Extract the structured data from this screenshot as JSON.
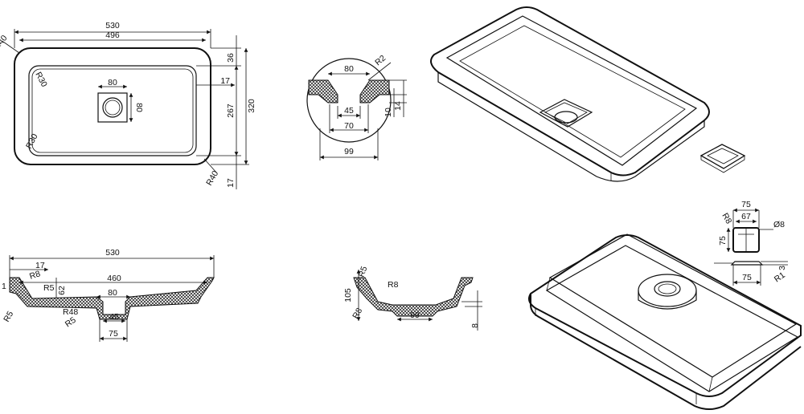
{
  "top_view": {
    "width_outer": "530",
    "width_inner": "496",
    "corner_outer_tl": "R40",
    "corner_inner_tl": "R30",
    "corner_inner_bl": "R30",
    "corner_outer_br": "R40",
    "drain_width": "80",
    "drain_height": "80",
    "rim_top": "36",
    "rim_side": "17",
    "inner_height": "267",
    "outer_height": "320",
    "rim_bottom": "17"
  },
  "drain_detail": {
    "top_width": "80",
    "radius": "R2",
    "bottom_width": "45",
    "mid_width": "70",
    "overall_width": "99",
    "height_a": "10",
    "height_b": "14"
  },
  "front_section": {
    "overall_width": "530",
    "rim_width": "17",
    "radius_top": "R8",
    "radius_mid": "R5",
    "depth": "62",
    "inner_width": "460",
    "drain_width": "80",
    "radius_floor": "R48",
    "radius_outer": "R5",
    "radius_left": "R5",
    "left_height": "1",
    "bottom_width": "45",
    "outlet_width": "75"
  },
  "side_section": {
    "radius_rim": "R5",
    "height": "105",
    "radius_mid": "R8",
    "radius_bottom": "R8",
    "drain_width": "99",
    "base_thickness": "8"
  },
  "cap_detail": {
    "radius_corner": "R8",
    "outer_width": "75",
    "inner_width": "67",
    "hole_diameter": "Ø8",
    "height": "75",
    "thickness": "3",
    "radius_small": "R1",
    "base_width": "75"
  }
}
